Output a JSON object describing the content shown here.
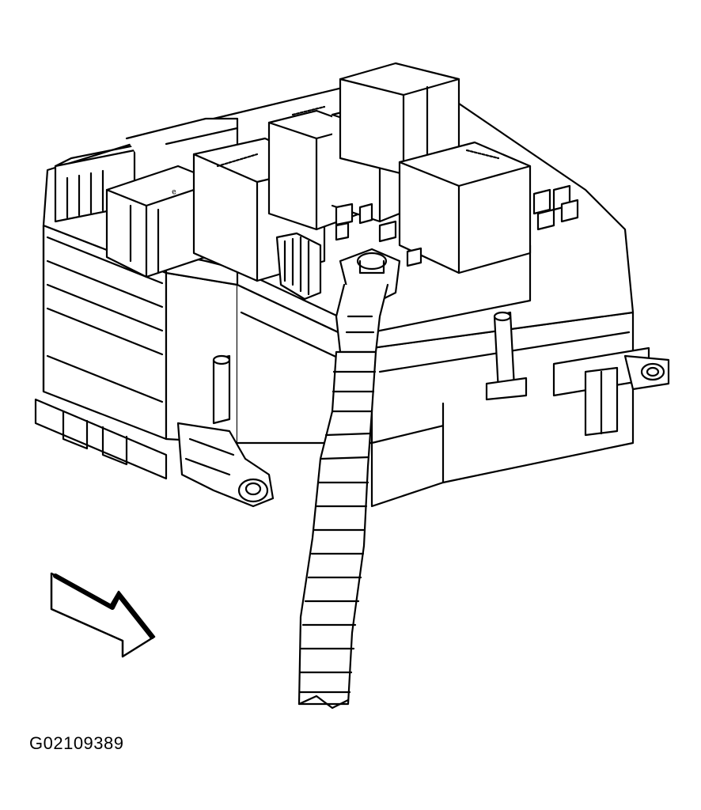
{
  "figure": {
    "id": "G02109389"
  },
  "colors": {
    "line": "#000000",
    "fill": "#ffffff"
  },
  "components": [
    {
      "name": "fuse-relay-block",
      "icon": "fuse-block-icon"
    },
    {
      "name": "relay",
      "icon": "relay-icon"
    },
    {
      "name": "battery-cable-terminal",
      "icon": "ring-terminal-icon"
    },
    {
      "name": "wiring-harness",
      "icon": "harness-icon"
    },
    {
      "name": "direction-arrow",
      "icon": "arrow-icon"
    }
  ]
}
